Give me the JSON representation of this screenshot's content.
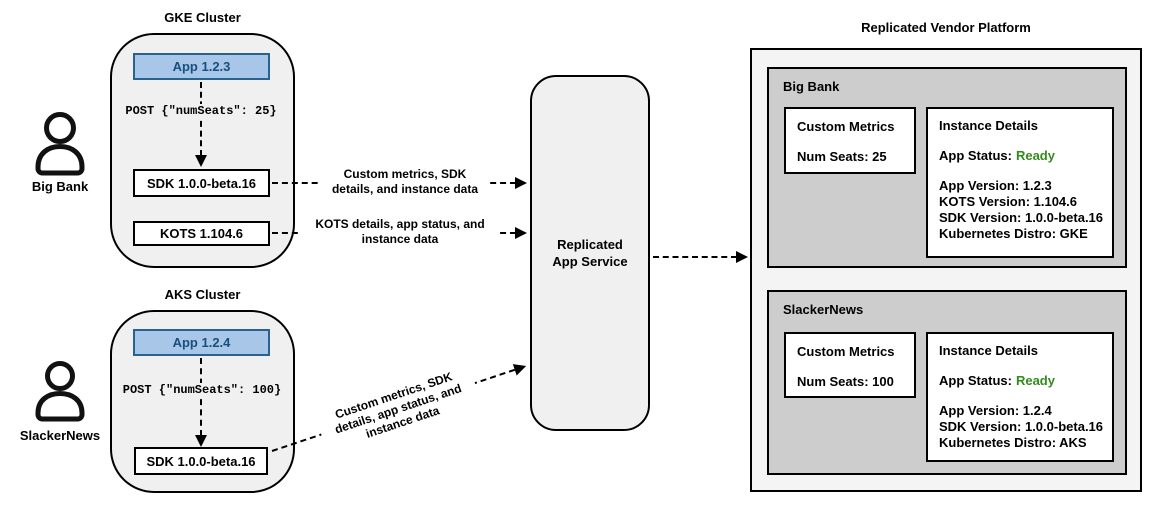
{
  "colors": {
    "app_box_fill": "#A8C6E8",
    "app_box_border": "#2A628F",
    "app_box_text": "#17507C",
    "status_ready_green": "#338A1E",
    "panel_gray": "#CDCDCD",
    "cluster_fill": "#F0F0F0",
    "platform_fill": "#F4F4F4"
  },
  "actors": {
    "big_bank": {
      "label": "Big Bank"
    },
    "slackernews": {
      "label": "SlackerNews"
    }
  },
  "clusters": {
    "gke": {
      "title": "GKE Cluster",
      "app_label": "App 1.2.3",
      "post_call": "POST {\"numSeats\": 25}",
      "sdk_label": "SDK 1.0.0-beta.16",
      "kots_label": "KOTS 1.104.6"
    },
    "aks": {
      "title": "AKS Cluster",
      "app_label": "App 1.2.4",
      "post_call": "POST {\"numSeats\": 100}",
      "sdk_label": "SDK 1.0.0-beta.16"
    }
  },
  "connectors": {
    "sdk_to_service_label": "Custom metrics, SDK\ndetails, and instance data",
    "kots_to_service_label": "KOTS details, app status, and\ninstance data",
    "aks_sdk_to_service_label": "Custom metrics, SDK\ndetails, app status, and\ninstance data"
  },
  "service": {
    "label": "Replicated\nApp Service"
  },
  "platform": {
    "title": "Replicated Vendor Platform",
    "panels": [
      {
        "name": "Big Bank",
        "custom_metrics_title": "Custom Metrics",
        "custom_metrics_value": "Num Seats: 25",
        "instance_details_title": "Instance Details",
        "app_status_label": "App Status:",
        "app_status_value": "Ready",
        "details": "App Version: 1.2.3\nKOTS Version: 1.104.6\nSDK Version: 1.0.0-beta.16\nKubernetes Distro: GKE"
      },
      {
        "name": "SlackerNews",
        "custom_metrics_title": "Custom Metrics",
        "custom_metrics_value": "Num Seats: 100",
        "instance_details_title": "Instance Details",
        "app_status_label": "App Status:",
        "app_status_value": "Ready",
        "details": "App Version: 1.2.4\nSDK Version: 1.0.0-beta.16\nKubernetes Distro: AKS"
      }
    ]
  }
}
